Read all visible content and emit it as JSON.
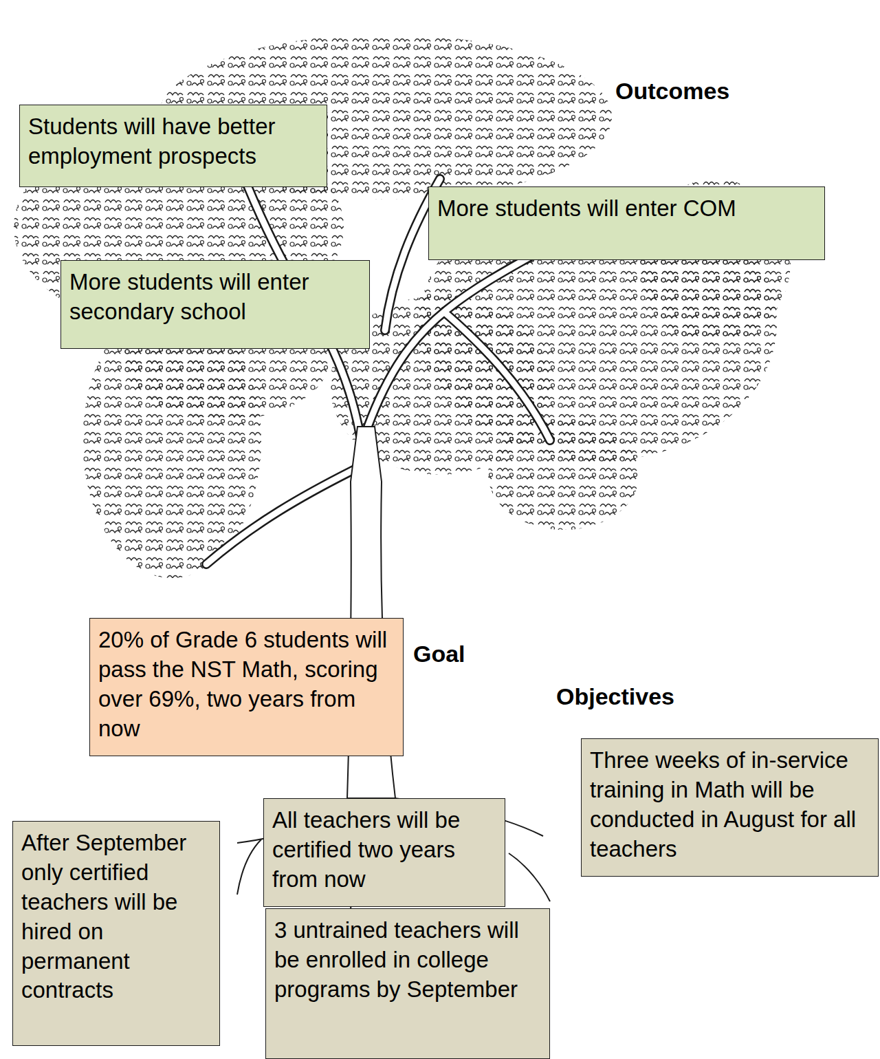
{
  "diagram": {
    "nodes": [
      {
        "text": [
          "Students will have better employment prospects"
        ]
      },
      {
        "text": [
          "More students will enter COM"
        ]
      },
      {
        "text": [
          "More students will enter secondary school"
        ]
      },
      {
        "text": [
          "20% of Grade 6 students will pass the NST Math, scoring over 69%, two years from now"
        ]
      },
      {
        "text": [
          "All teachers will be certified two years from now"
        ]
      },
      {
        "text": [
          "Three weeks of in-service training in Math will be conducted in August for all teachers"
        ]
      },
      {
        "text": [
          "After September only certified teachers will be hired on permanent contracts"
        ]
      },
      {
        "text": [
          "3 untrained teachers will be enrolled in college programs by September"
        ]
      }
    ],
    "labels": [
      "Outcomes",
      "Goal",
      "Objectives"
    ]
  }
}
